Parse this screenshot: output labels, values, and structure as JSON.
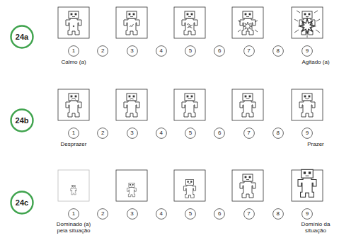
{
  "diagram": {
    "nodes": [
      {
        "text": [
          "24a"
        ]
      },
      {
        "text": [
          "1"
        ]
      },
      {
        "text": [
          "2"
        ]
      },
      {
        "text": [
          "3"
        ]
      },
      {
        "text": [
          "4"
        ]
      },
      {
        "text": [
          "5"
        ]
      },
      {
        "text": [
          "6"
        ]
      },
      {
        "text": [
          "7"
        ]
      },
      {
        "text": [
          "8"
        ]
      },
      {
        "text": [
          "9"
        ]
      },
      {
        "text": [
          "24b"
        ]
      },
      {
        "text": [
          "1"
        ]
      },
      {
        "text": [
          "2"
        ]
      },
      {
        "text": [
          "3"
        ]
      },
      {
        "text": [
          "4"
        ]
      },
      {
        "text": [
          "5"
        ]
      },
      {
        "text": [
          "6"
        ]
      },
      {
        "text": [
          "7"
        ]
      },
      {
        "text": [
          "8"
        ]
      },
      {
        "text": [
          "9"
        ]
      },
      {
        "text": [
          "24c"
        ]
      },
      {
        "text": [
          "1"
        ]
      },
      {
        "text": [
          "2"
        ]
      },
      {
        "text": [
          "3"
        ]
      },
      {
        "text": [
          "4"
        ]
      },
      {
        "text": [
          "5"
        ]
      },
      {
        "text": [
          "6"
        ]
      },
      {
        "text": [
          "7"
        ]
      },
      {
        "text": [
          "8"
        ]
      },
      {
        "text": [
          "9"
        ]
      }
    ],
    "labels": [
      "Calmo (a)",
      "Agitado (a)",
      "Desprazer",
      "Prazer",
      "Dominado (a) peia situação",
      "Domínio da situação"
    ]
  }
}
